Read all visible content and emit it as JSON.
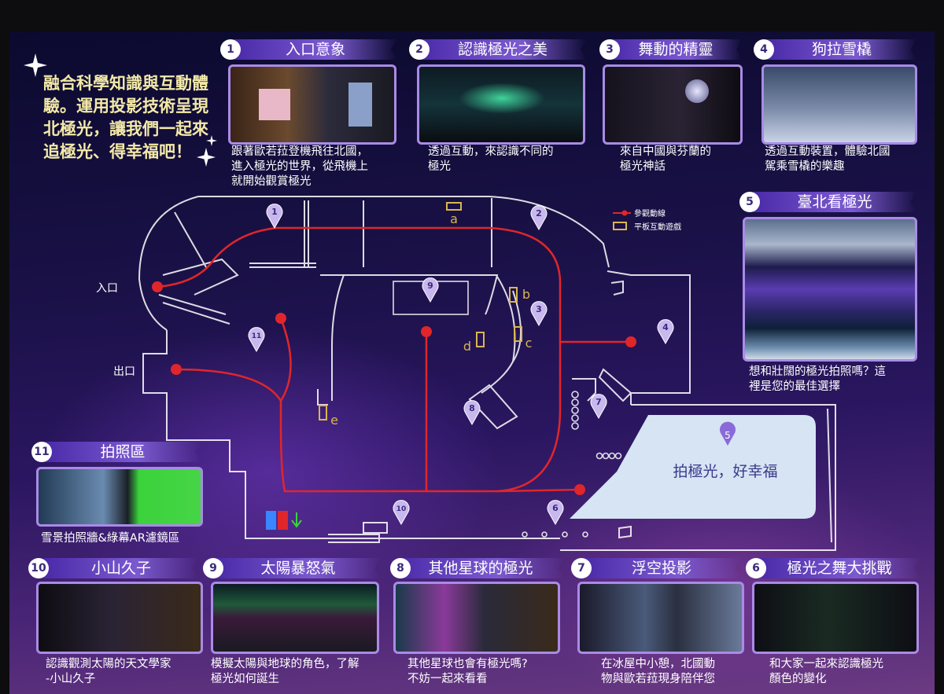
{
  "intro": "融合科學知識與互動體\n驗。運用投影技術呈現\n北極光，讓我們一起來\n追極光、得幸福吧！",
  "sections": [
    {
      "num": "1",
      "title": "入口意象",
      "caption": "跟著歐若菈登機飛往北國，\n進入極光的世界，從飛機上\n就開始觀賞極光"
    },
    {
      "num": "2",
      "title": "認識極光之美",
      "caption": "透過互動，來認識不同的\n極光"
    },
    {
      "num": "3",
      "title": "舞動的精靈",
      "caption": "來自中國與芬蘭的\n極光神話"
    },
    {
      "num": "4",
      "title": "狗拉雪橇",
      "caption": "透過互動裝置，體驗北國\n駕乘雪橇的樂趣"
    },
    {
      "num": "5",
      "title": "臺北看極光",
      "caption": "想和壯闊的極光拍照嗎？這\n裡是您的最佳選擇"
    },
    {
      "num": "11",
      "title": "拍照區",
      "caption": "雪景拍照牆&綠幕AR濾鏡區"
    },
    {
      "num": "10",
      "title": "小山久子",
      "caption": "認識觀測太陽的天文學家\n-小山久子"
    },
    {
      "num": "9",
      "title": "太陽暴怒氣",
      "caption": "模擬太陽與地球的角色，了解\n極光如何誕生"
    },
    {
      "num": "8",
      "title": "其他星球的極光",
      "caption": "其他星球也會有極光嗎?\n不妨一起來看看"
    },
    {
      "num": "7",
      "title": "浮空投影",
      "caption": "在冰屋中小憩，北國動\n物與歐若菈現身陪伴您"
    },
    {
      "num": "6",
      "title": "極光之舞大挑戰",
      "caption": "和大家一起來認識極光\n顏色的變化"
    }
  ],
  "map": {
    "entrance": "入口",
    "exit": "出口",
    "legend_route": "參觀動線",
    "legend_tablet": "平板互動遊戲",
    "photo_zone": "拍極光，好幸福",
    "photo_zone_num": "5",
    "tablets": [
      "a",
      "b",
      "c",
      "d",
      "e"
    ],
    "pins": [
      "1",
      "2",
      "3",
      "4",
      "6",
      "7",
      "8",
      "9",
      "10",
      "11"
    ]
  },
  "colors": {
    "route": "#e0262b",
    "tablet": "#d9b650",
    "accent": "#5b3bbd",
    "zone": "#d6e4f4"
  }
}
